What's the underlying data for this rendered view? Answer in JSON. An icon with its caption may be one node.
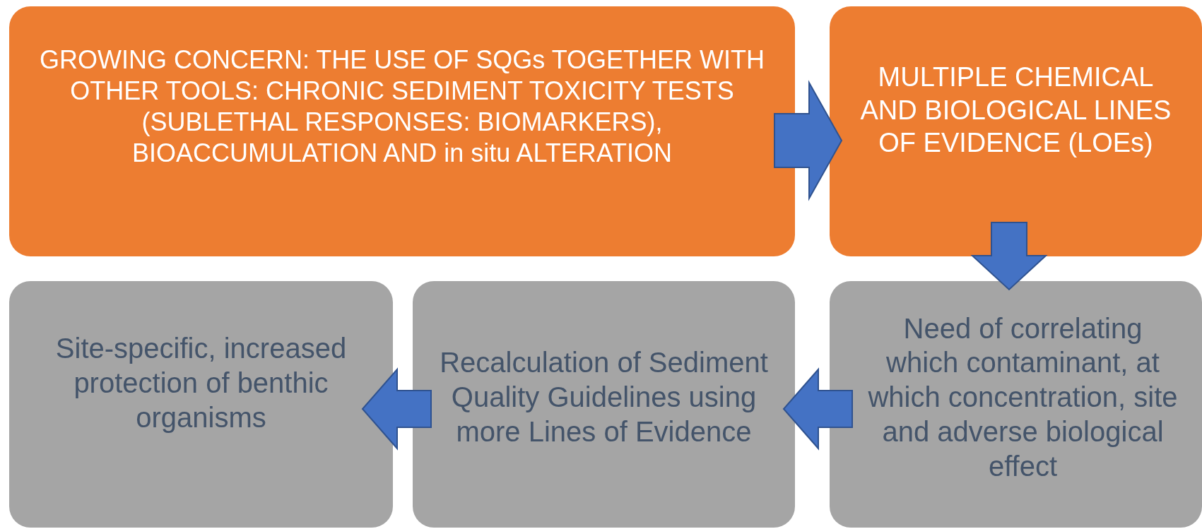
{
  "diagram": {
    "nodes": [
      {
        "text": [
          "GROWING CONCERN: THE USE OF SQGs TOGETHER WITH OTHER TOOLS: CHRONIC SEDIMENT TOXICITY TESTS (SUBLETHAL RESPONSES: BIOMARKERS), BIOACCUMULATION AND in situ ALTERATION"
        ]
      },
      {
        "text": [
          "MULTIPLE CHEMICAL AND BIOLOGICAL LINES OF EVIDENCE (LOEs)"
        ]
      },
      {
        "text": [
          "Need of correlating which contaminant, at which concentration, site and adverse biological effect"
        ]
      },
      {
        "text": [
          "Recalculation of Sediment Quality Guidelines using more Lines of Evidence"
        ]
      },
      {
        "text": [
          "Site-specific, increased protection of benthic organisms"
        ]
      }
    ],
    "edges": [
      {
        "from": 0,
        "to": 1,
        "arrow": "to"
      },
      {
        "from": 1,
        "to": 2,
        "arrow": "to"
      },
      {
        "from": 2,
        "to": 3,
        "arrow": "to"
      },
      {
        "from": 3,
        "to": 4,
        "arrow": "to"
      }
    ]
  }
}
